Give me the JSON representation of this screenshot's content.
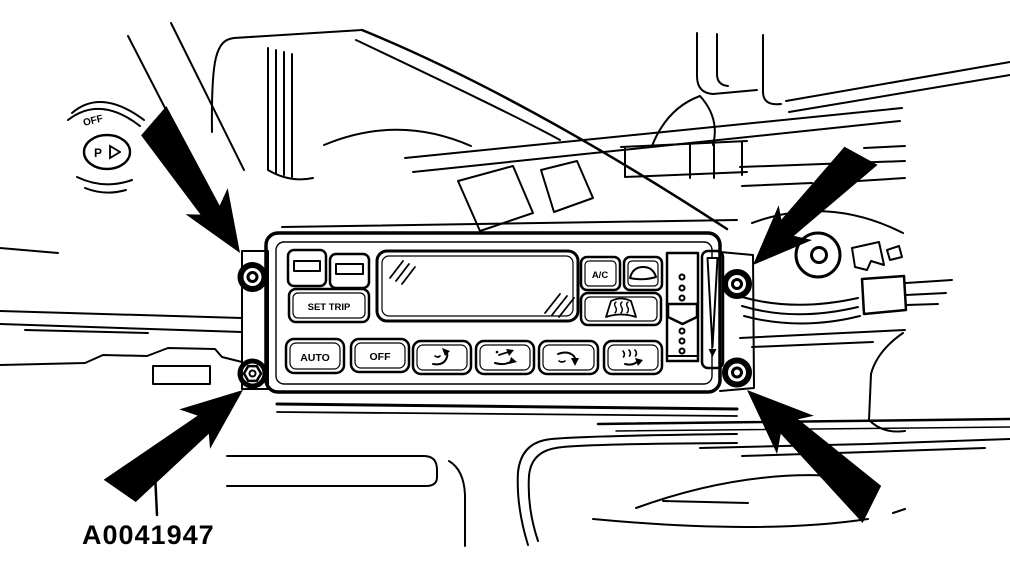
{
  "figure": {
    "label": "A0041947",
    "ink_color": "#000000",
    "paper_color": "#ffffff"
  },
  "headlamp_switch": {
    "mode_label": "OFF",
    "knob_label": "P"
  },
  "climate_control": {
    "buttons": {
      "set_trip": "SET TRIP",
      "ac": "A/C",
      "auto": "AUTO",
      "off": "OFF"
    },
    "icon_buttons": [
      "temp-up",
      "temp-down",
      "recirculation",
      "windshield-defrost",
      "panel-vent",
      "bilevel-vent",
      "floor-vent",
      "floor-defrost"
    ],
    "temperature_slider": {
      "dot_count": 6
    }
  },
  "callouts": {
    "arrow_count": 4,
    "targets": [
      "top-left-screw",
      "top-right-screw",
      "bottom-left-screw",
      "bottom-right-screw"
    ]
  }
}
